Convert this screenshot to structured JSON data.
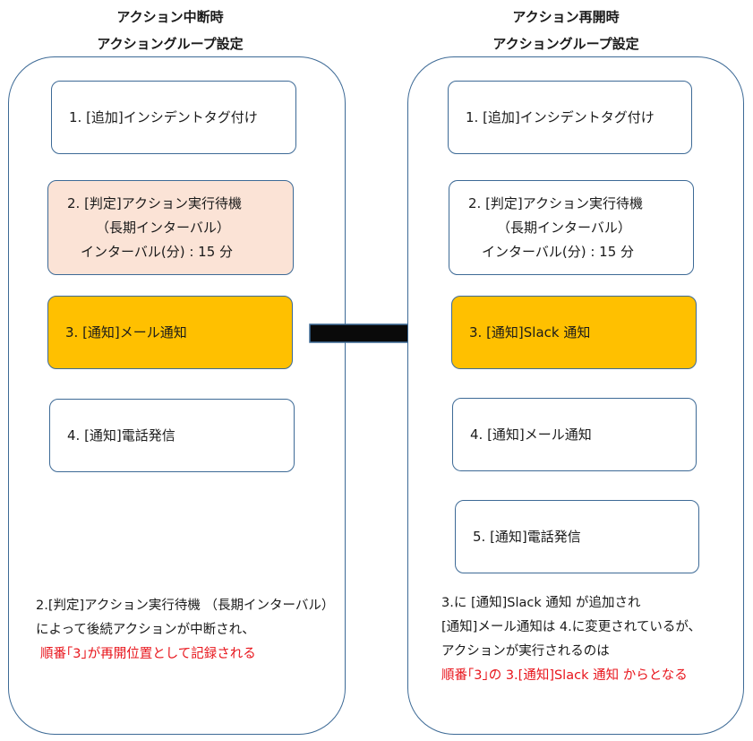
{
  "left": {
    "heading_line1": "アクション中断時",
    "heading_line2": "アクショングループ設定",
    "steps": [
      "1. [追加]インシデントタグ付け",
      "2. [判定]アクション実行待機",
      "（長期インターバル）",
      "インターバル(分) : 15 分",
      "3. [通知]メール通知",
      "4. [通知]電話発信"
    ],
    "note_line1": "2.[判定]アクション実行待機 （長期インターバル）",
    "note_line2": "によって後続アクションが中断され、",
    "note_line3": "順番｢3｣が再開位置として記録される"
  },
  "right": {
    "heading_line1": "アクション再開時",
    "heading_line2": "アクショングループ設定",
    "steps": [
      "1. [追加]インシデントタグ付け",
      "2. [判定]アクション実行待機",
      "（長期インターバル）",
      "インターバル(分) : 15 分",
      "3. [通知]Slack 通知",
      "4. [通知]メール通知",
      "5. [通知]電話発信"
    ],
    "note_line1": "3.に [通知]Slack 通知 が追加され",
    "note_line2": "[通知]メール通知は 4.に変更されているが、",
    "note_line3": "アクションが実行されるのは",
    "note_line4": "順番｢3｣の 3.[通知]Slack 通知 からとなる"
  },
  "colors": {
    "border": "#3d6a96",
    "peach": "#fbe3d6",
    "highlight": "#ffc000",
    "red_text": "#e8141b"
  },
  "icons": {
    "transition": "right-arrow-icon"
  }
}
